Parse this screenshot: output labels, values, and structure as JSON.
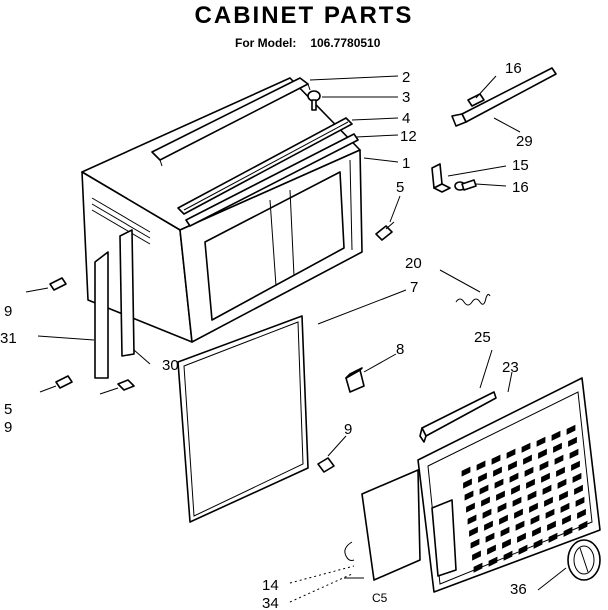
{
  "title": "CABINET PARTS",
  "subtitle": {
    "prefix": "For Model:",
    "model": "106.7780510"
  },
  "callouts": {
    "c2": "2",
    "c3": "3",
    "c4": "4",
    "c12": "12",
    "c1": "1",
    "c5a": "5",
    "c16a": "16",
    "c29": "29",
    "c15": "15",
    "c16b": "16",
    "c20": "20",
    "c7": "7",
    "c9a": "9",
    "c31": "31",
    "c30": "30",
    "c5b": "5",
    "c9b": "9",
    "c8": "8",
    "c25": "25",
    "c23": "23",
    "c9c": "9",
    "c14": "14",
    "c34": "34",
    "c36": "36",
    "c5c": "C5"
  }
}
